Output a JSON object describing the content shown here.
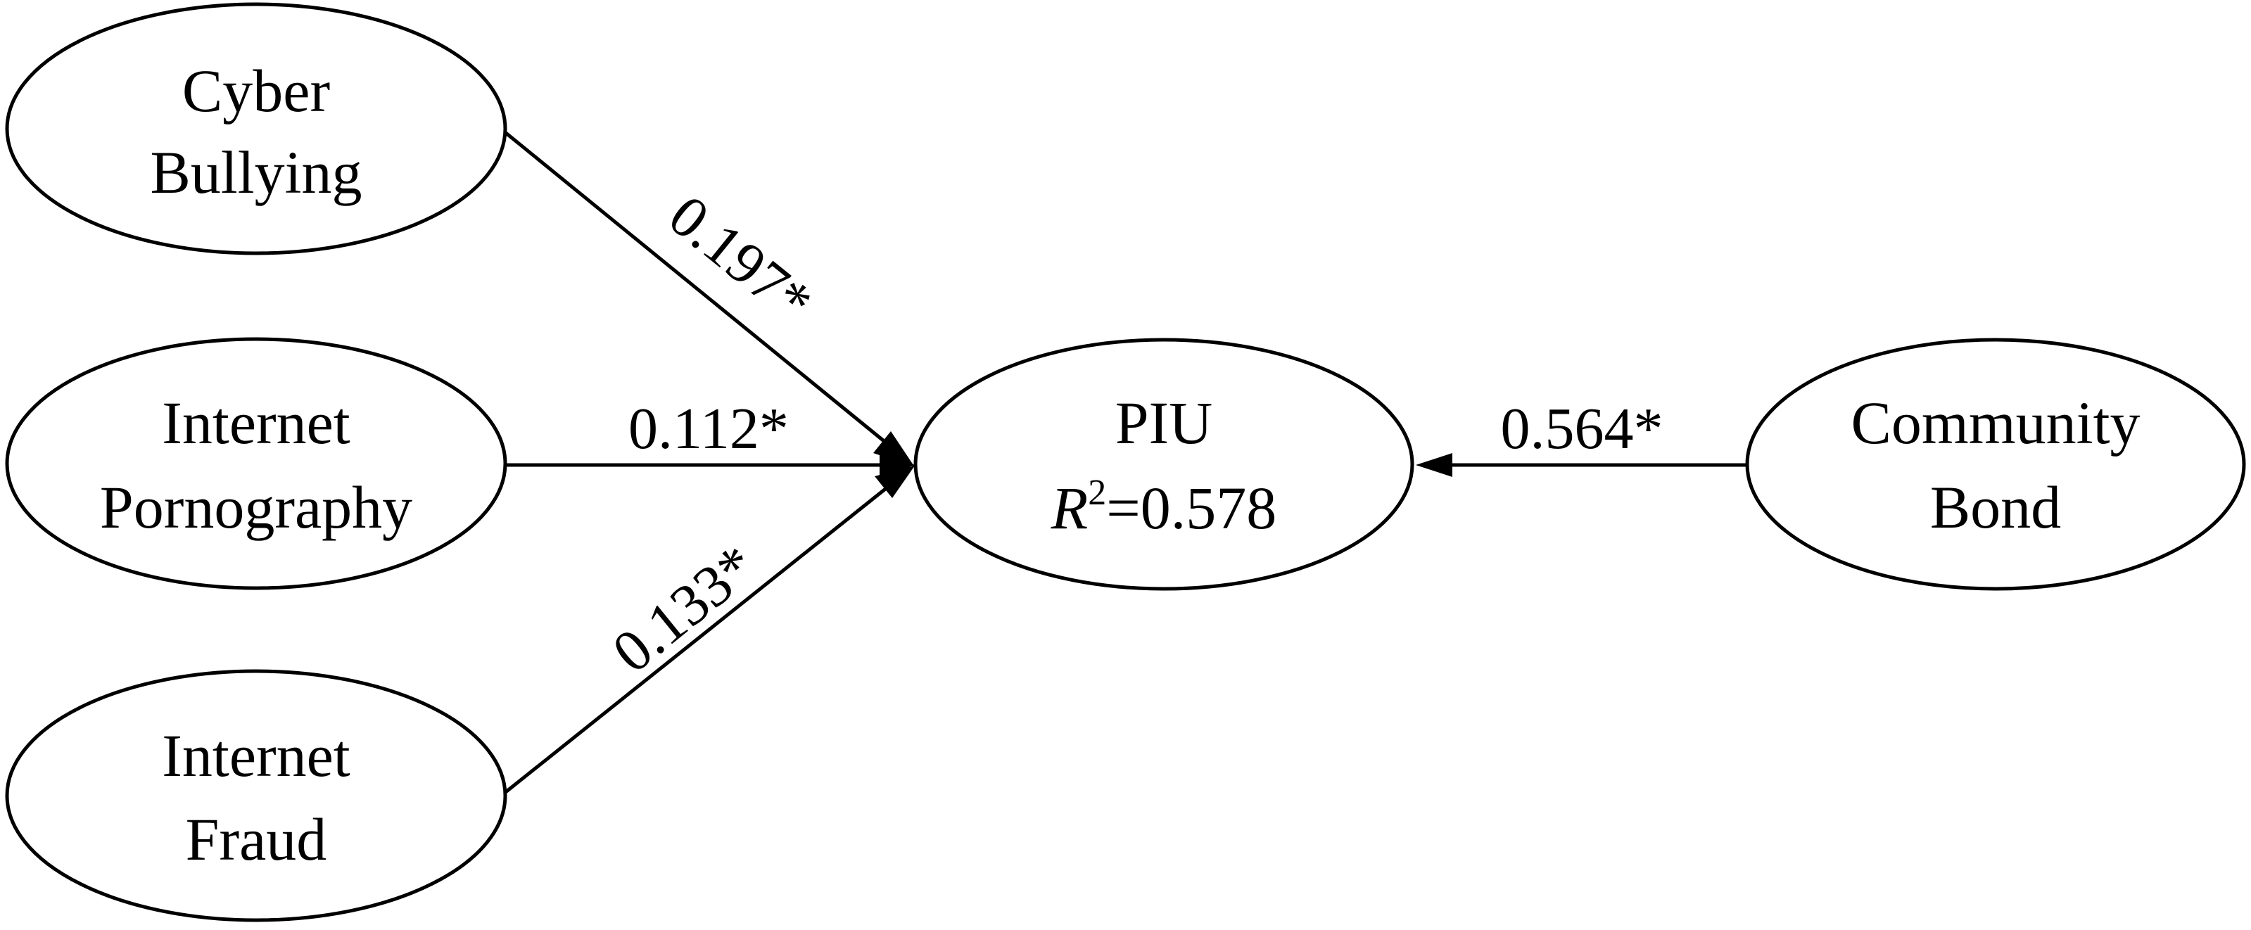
{
  "nodes": {
    "cyber_bullying": {
      "line1": "Cyber",
      "line2": "Bullying"
    },
    "internet_pornography": {
      "line1": "Internet",
      "line2": "Pornography"
    },
    "internet_fraud": {
      "line1": "Internet",
      "line2": "Fraud"
    },
    "piu": {
      "name": "PIU",
      "r2_symbol": "R",
      "r2_exponent": "2",
      "r2_value": "=0.578"
    },
    "community_bond": {
      "line1": "Community",
      "line2": "Bond"
    }
  },
  "edges": {
    "cyber_bullying_to_piu": {
      "coefficient": "0.197*"
    },
    "internet_pornography_to_piu": {
      "coefficient": "0.112*"
    },
    "internet_fraud_to_piu": {
      "coefficient": "0.133*"
    },
    "community_bond_to_piu": {
      "coefficient": "0.564*"
    }
  }
}
